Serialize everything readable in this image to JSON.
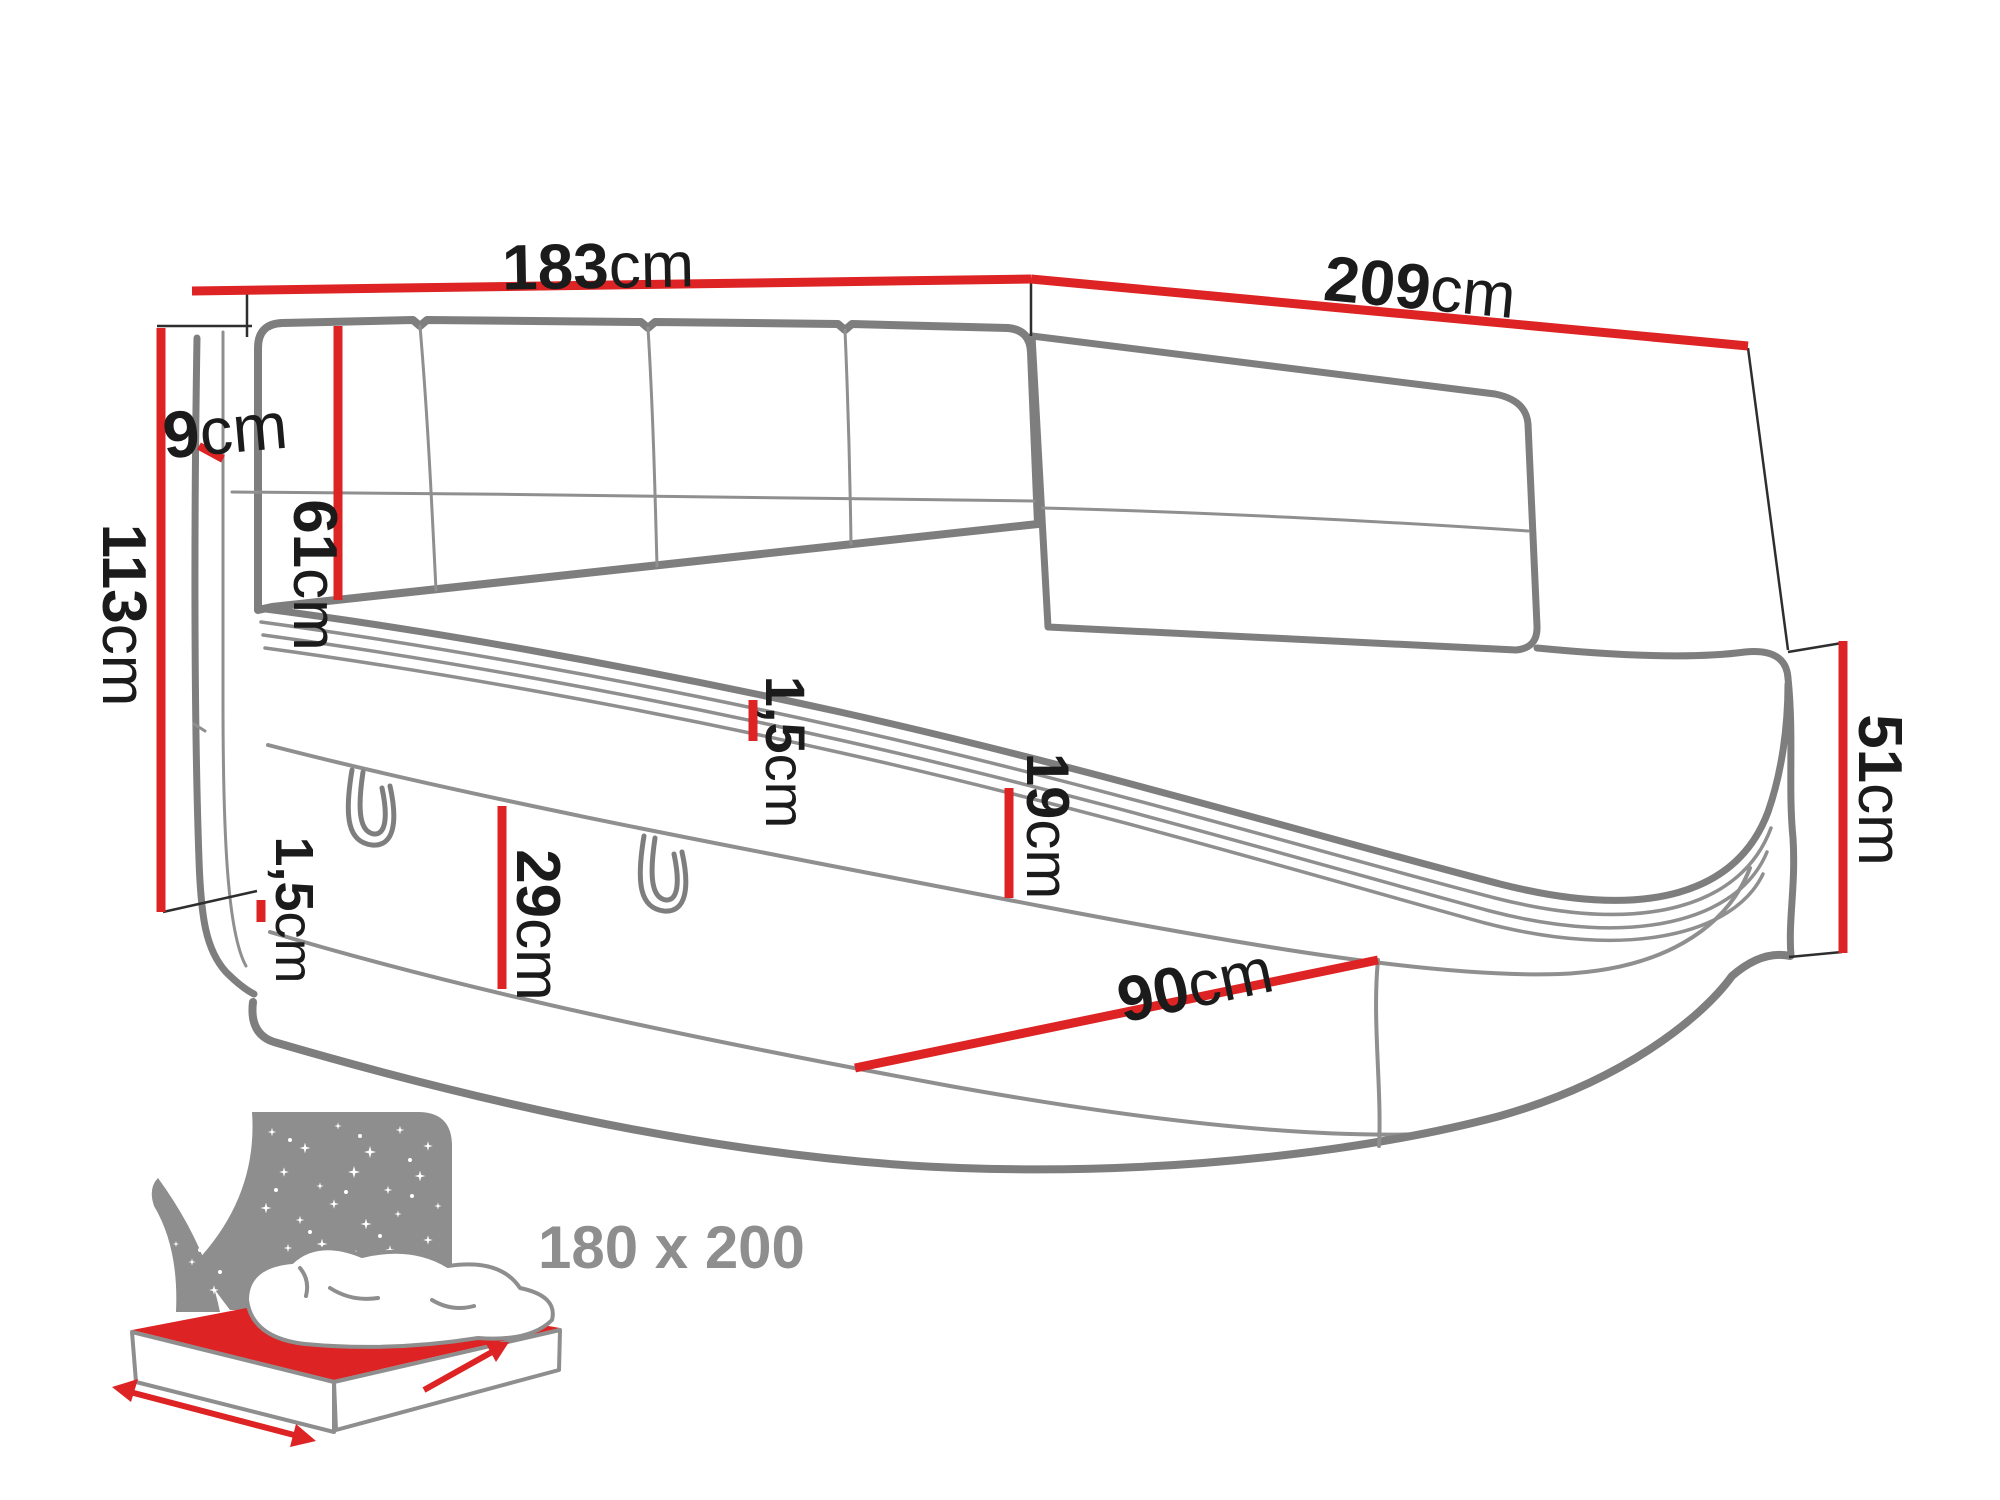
{
  "diagram_type": "furniture-dimension-drawing",
  "product": "boxspring-corner-bed",
  "dimensions": {
    "headboard_width": {
      "value": "183",
      "unit": "cm"
    },
    "bed_length": {
      "value": "209",
      "unit": "cm"
    },
    "side_thickness": {
      "value": "9",
      "unit": "cm"
    },
    "headboard_panel": {
      "value": "61",
      "unit": "cm"
    },
    "total_height": {
      "value": "113",
      "unit": "cm"
    },
    "topper_seam": {
      "value": "1,5",
      "unit": "cm"
    },
    "mattress_band": {
      "value": "19",
      "unit": "cm"
    },
    "storage_height": {
      "value": "29",
      "unit": "cm"
    },
    "bottom_welt": {
      "value": "1,5",
      "unit": "cm"
    },
    "foot_end_height": {
      "value": "51",
      "unit": "cm"
    },
    "front_panel_width": {
      "value": "90",
      "unit": "cm"
    }
  },
  "size_badge": {
    "text": "180 x 200"
  },
  "colors": {
    "dimension_line": "#dd2323",
    "bed_outline": "#7e7e7e",
    "label_text": "#1b1b1b",
    "icon_gray": "#8e8e8e",
    "background": "#ffffff"
  }
}
